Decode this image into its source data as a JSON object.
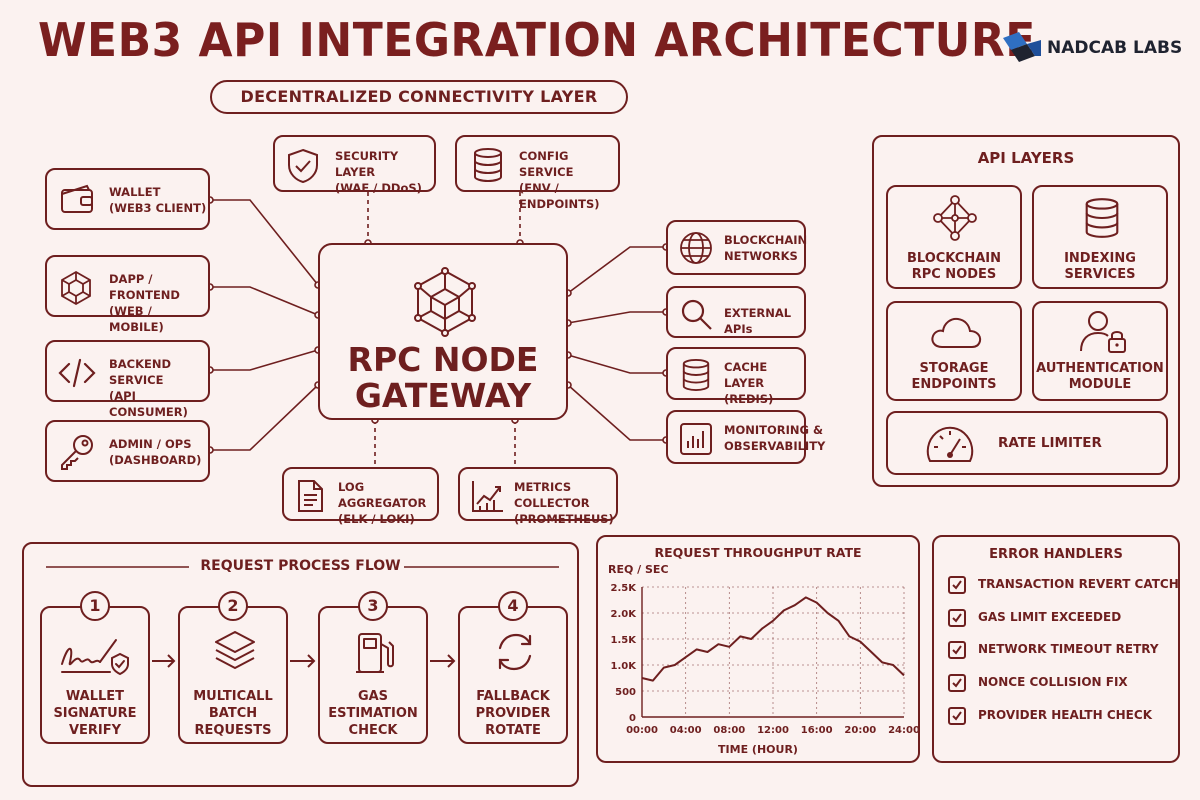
{
  "header": {
    "title": "WEB3 API INTEGRATION ARCHITECTURE",
    "subtitle": "DECENTRALIZED CONNECTIVITY LAYER",
    "brand": "NADCAB LABS"
  },
  "clients": [
    {
      "line1": "WALLET",
      "line2": "(WEB3 CLIENT)",
      "icon": "wallet-icon"
    },
    {
      "line1": "DAPP / FRONTEND",
      "line2": "(WEB / MOBILE)",
      "icon": "cube-network-icon"
    },
    {
      "line1": "BACKEND SERVICE",
      "line2": "(API CONSUMER)",
      "icon": "code-icon"
    },
    {
      "line1": "ADMIN / OPS",
      "line2": "(DASHBOARD)",
      "icon": "key-icon"
    }
  ],
  "top_services": [
    {
      "line1": "SECURITY LAYER",
      "line2": "(WAF / DDoS)",
      "icon": "shield-icon"
    },
    {
      "line1": "CONFIG SERVICE",
      "line2": "(ENV / ENDPOINTS)",
      "icon": "database-icon"
    }
  ],
  "right_services": [
    {
      "line1": "BLOCKCHAIN",
      "line2": "NETWORKS",
      "icon": "globe-icon"
    },
    {
      "line1": "EXTERNAL APIs",
      "line2": "",
      "icon": "search-icon"
    },
    {
      "line1": "CACHE LAYER",
      "line2": "(REDIS)",
      "icon": "database-icon"
    },
    {
      "line1": "MONITORING &",
      "line2": "OBSERVABILITY",
      "icon": "bar-chart-icon"
    }
  ],
  "bottom_services": [
    {
      "line1": "LOG AGGREGATOR",
      "line2": "(ELK / LOKI)",
      "icon": "document-icon"
    },
    {
      "line1": "METRICS COLLECTOR",
      "line2": "(PROMETHEUS)",
      "icon": "trend-chart-icon"
    }
  ],
  "gateway": {
    "line1": "RPC NODE",
    "line2": "GATEWAY",
    "icon": "cube-network-icon"
  },
  "api_layers": {
    "title": "API LAYERS",
    "items": [
      {
        "line1": "BLOCKCHAIN",
        "line2": "RPC NODES",
        "icon": "node-graph-icon"
      },
      {
        "line1": "INDEXING",
        "line2": "SERVICES",
        "icon": "database-icon"
      },
      {
        "line1": "STORAGE",
        "line2": "ENDPOINTS",
        "icon": "cloud-icon"
      },
      {
        "line1": "AUTHENTICATION",
        "line2": "MODULE",
        "icon": "user-lock-icon"
      }
    ],
    "rate_limiter": "RATE LIMITER"
  },
  "flow": {
    "title": "REQUEST PROCESS FLOW",
    "steps": [
      {
        "num": "1",
        "line1": "WALLET",
        "line2": "SIGNATURE",
        "line3": "VERIFY",
        "icon": "signature-icon"
      },
      {
        "num": "2",
        "line1": "MULTICALL",
        "line2": "BATCH",
        "line3": "REQUESTS",
        "icon": "layers-icon"
      },
      {
        "num": "3",
        "line1": "GAS",
        "line2": "ESTIMATION",
        "line3": "CHECK",
        "icon": "fuel-pump-icon"
      },
      {
        "num": "4",
        "line1": "FALLBACK",
        "line2": "PROVIDER",
        "line3": "ROTATE",
        "icon": "refresh-icon"
      }
    ]
  },
  "chart_data": {
    "type": "line",
    "title": "REQUEST THROUGHPUT RATE",
    "ylabel": "REQ / SEC",
    "xlabel": "TIME (HOUR)",
    "x_ticks": [
      "00:00",
      "04:00",
      "08:00",
      "12:00",
      "16:00",
      "20:00",
      "24:00"
    ],
    "y_ticks": [
      "0",
      "500",
      "1.0K",
      "1.5K",
      "2.0K",
      "2.5K"
    ],
    "xlim": [
      0,
      24
    ],
    "ylim": [
      0,
      2500
    ],
    "grid": true,
    "series": [
      {
        "x": [
          0,
          1,
          2,
          3,
          4,
          5,
          6,
          7,
          8,
          9,
          10,
          11,
          12,
          13,
          14,
          15,
          16,
          17,
          18,
          19,
          20,
          21,
          22,
          23,
          24
        ],
        "y": [
          750,
          700,
          950,
          1000,
          1150,
          1300,
          1250,
          1400,
          1350,
          1550,
          1500,
          1700,
          1850,
          2050,
          2150,
          2300,
          2200,
          2000,
          1850,
          1550,
          1450,
          1250,
          1050,
          1000,
          800
        ]
      }
    ]
  },
  "errors": {
    "title": "ERROR HANDLERS",
    "items": [
      "TRANSACTION REVERT CATCH",
      "GAS LIMIT EXCEEDED",
      "NETWORK TIMEOUT RETRY",
      "NONCE COLLISION FIX",
      "PROVIDER HEALTH CHECK"
    ]
  },
  "colors": {
    "ink": "#6e1f1f",
    "background": "#fbf2f0",
    "brand_dark": "#1f2330",
    "brand_blue": "#2f6fc2"
  }
}
